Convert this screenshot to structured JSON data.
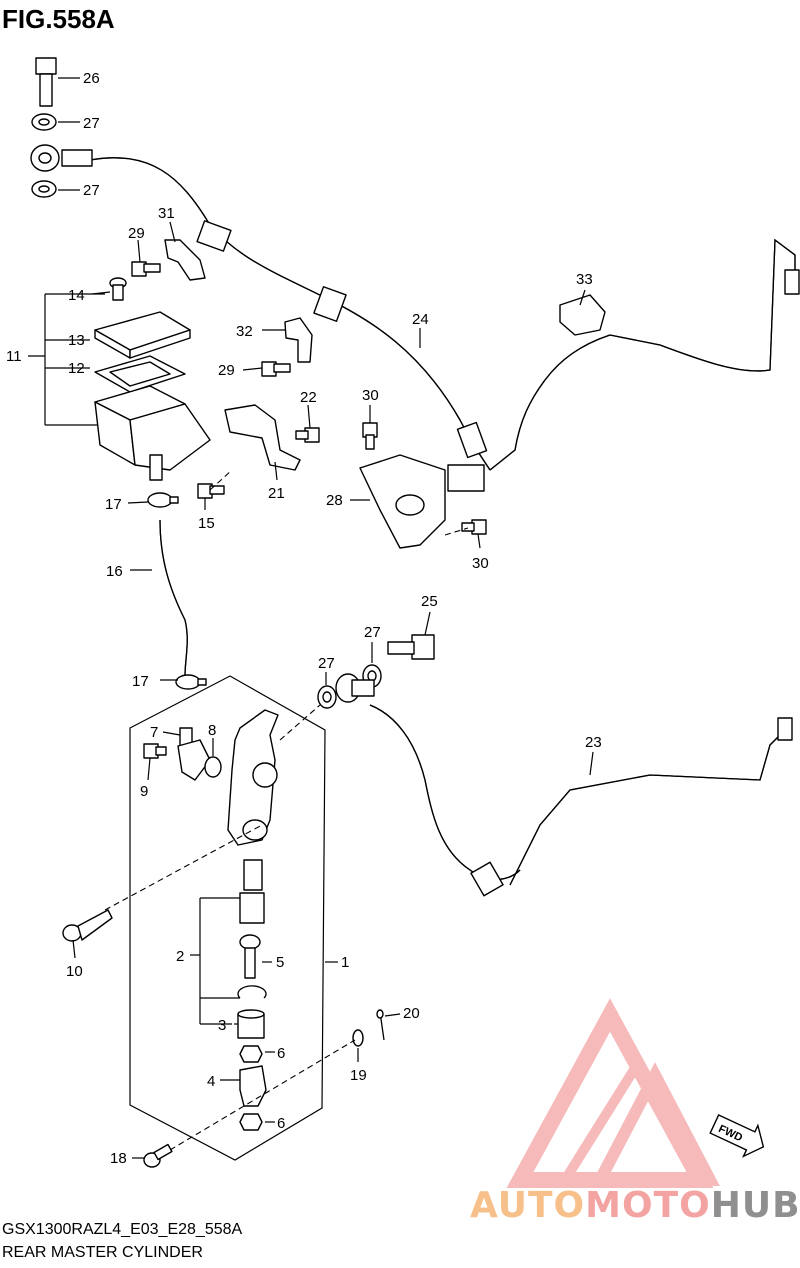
{
  "figure": {
    "title": "FIG.558A",
    "model_code": "GSX1300RAZL4_E03_E28_558A",
    "section_name": "REAR MASTER CYLINDER"
  },
  "labels": [
    {
      "id": "26",
      "text": "26"
    },
    {
      "id": "27a",
      "text": "27"
    },
    {
      "id": "27b",
      "text": "27"
    },
    {
      "id": "31",
      "text": "31"
    },
    {
      "id": "29a",
      "text": "29"
    },
    {
      "id": "14",
      "text": "14"
    },
    {
      "id": "13",
      "text": "13"
    },
    {
      "id": "11",
      "text": "11"
    },
    {
      "id": "12",
      "text": "12"
    },
    {
      "id": "32",
      "text": "32"
    },
    {
      "id": "29b",
      "text": "29"
    },
    {
      "id": "33",
      "text": "33"
    },
    {
      "id": "24",
      "text": "24"
    },
    {
      "id": "30a",
      "text": "30"
    },
    {
      "id": "22",
      "text": "22"
    },
    {
      "id": "28",
      "text": "28"
    },
    {
      "id": "21",
      "text": "21"
    },
    {
      "id": "17a",
      "text": "17"
    },
    {
      "id": "15",
      "text": "15"
    },
    {
      "id": "30b",
      "text": "30"
    },
    {
      "id": "16",
      "text": "16"
    },
    {
      "id": "25",
      "text": "25"
    },
    {
      "id": "27c",
      "text": "27"
    },
    {
      "id": "27d",
      "text": "27"
    },
    {
      "id": "17b",
      "text": "17"
    },
    {
      "id": "7",
      "text": "7"
    },
    {
      "id": "8",
      "text": "8"
    },
    {
      "id": "23",
      "text": "23"
    },
    {
      "id": "9",
      "text": "9"
    },
    {
      "id": "10",
      "text": "10"
    },
    {
      "id": "2",
      "text": "2"
    },
    {
      "id": "5",
      "text": "5"
    },
    {
      "id": "1",
      "text": "1"
    },
    {
      "id": "20",
      "text": "20"
    },
    {
      "id": "3",
      "text": "3"
    },
    {
      "id": "6a",
      "text": "6"
    },
    {
      "id": "19",
      "text": "19"
    },
    {
      "id": "4",
      "text": "4"
    },
    {
      "id": "6b",
      "text": "6"
    },
    {
      "id": "18",
      "text": "18"
    }
  ],
  "fwd_badge": "FWD",
  "watermark": {
    "part1": "AUTO",
    "part2": "MOTO",
    "part3": "HUB",
    "colors": {
      "auto": "#f7c08a",
      "moto": "#f4a3a3",
      "hub": "#8f8f8f"
    }
  }
}
